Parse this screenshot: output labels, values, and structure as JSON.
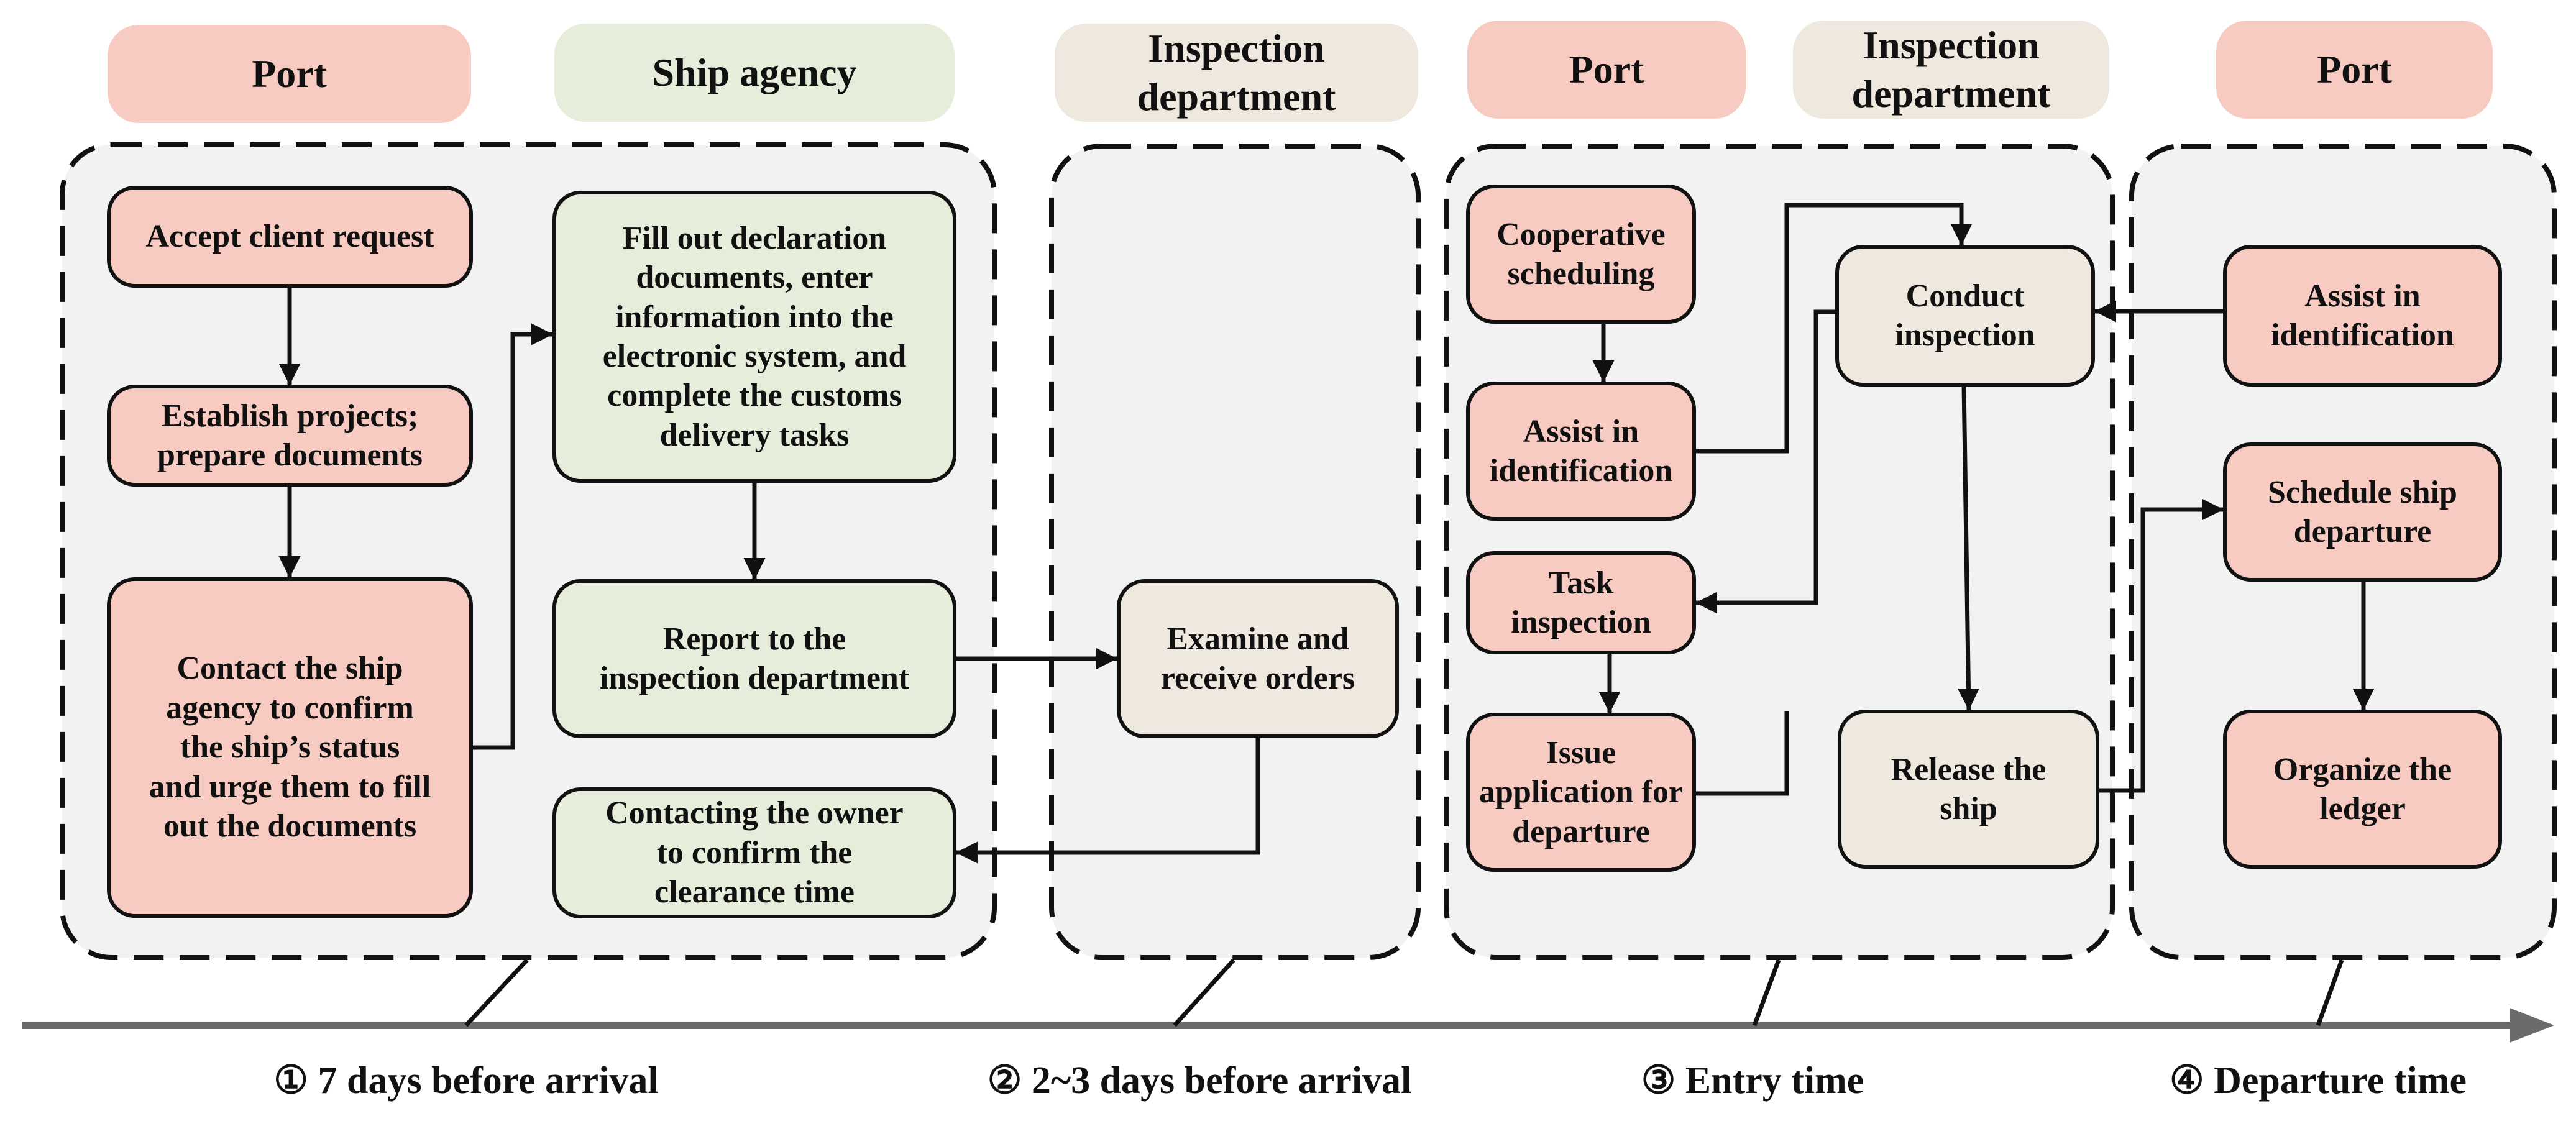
{
  "colors": {
    "port_fill": "#F7CBC1",
    "agency_fill": "#E6EDDB",
    "inspection_fill": "#EEE8DF",
    "group_fill": "#F2F2F2",
    "axis_color": "#6B6B6B",
    "stroke": "#111111"
  },
  "headers": [
    {
      "id": "h-port-1",
      "text": "Port",
      "kind": "port"
    },
    {
      "id": "h-agency",
      "text": "Ship agency",
      "kind": "agency"
    },
    {
      "id": "h-insp-1",
      "text": "Inspection\ndepartment",
      "kind": "inspection"
    },
    {
      "id": "h-port-2",
      "text": "Port",
      "kind": "port"
    },
    {
      "id": "h-insp-2",
      "text": "Inspection\ndepartment",
      "kind": "inspection"
    },
    {
      "id": "h-port-3",
      "text": "Port",
      "kind": "port"
    }
  ],
  "nodes": [
    {
      "id": "accept",
      "text": "Accept client request",
      "kind": "port"
    },
    {
      "id": "establish",
      "text": "Establish projects;\nprepare documents",
      "kind": "port"
    },
    {
      "id": "contact-agency",
      "text": "Contact the ship\nagency to confirm\nthe ship’s status\nand urge them to fill\nout the documents",
      "kind": "port"
    },
    {
      "id": "fill-out",
      "text": "Fill out declaration\ndocuments, enter\ninformation into the\nelectronic system, and\ncomplete the customs\ndelivery tasks",
      "kind": "agency"
    },
    {
      "id": "report",
      "text": "Report to the\ninspection department",
      "kind": "agency"
    },
    {
      "id": "contact-owner",
      "text": "Contacting the owner\nto confirm the\nclearance time",
      "kind": "agency"
    },
    {
      "id": "examine",
      "text": "Examine and\nreceive orders",
      "kind": "inspection"
    },
    {
      "id": "coop",
      "text": "Cooperative\nscheduling",
      "kind": "port"
    },
    {
      "id": "assist-1",
      "text": "Assist in\nidentification",
      "kind": "port"
    },
    {
      "id": "task-insp",
      "text": "Task inspection",
      "kind": "port"
    },
    {
      "id": "issue",
      "text": "Issue\napplication for\ndeparture",
      "kind": "port"
    },
    {
      "id": "conduct",
      "text": "Conduct\ninspection",
      "kind": "inspection"
    },
    {
      "id": "release",
      "text": "Release the\nship",
      "kind": "inspection"
    },
    {
      "id": "assist-2",
      "text": "Assist in\nidentification",
      "kind": "port"
    },
    {
      "id": "schedule",
      "text": "Schedule ship\ndeparture",
      "kind": "port"
    },
    {
      "id": "organize",
      "text": "Organize the\nledger",
      "kind": "port"
    }
  ],
  "phases": [
    {
      "id": "phase-1",
      "text": "① 7 days before arrival"
    },
    {
      "id": "phase-2",
      "text": "② 2~3 days before arrival"
    },
    {
      "id": "phase-3",
      "text": "③ Entry time"
    },
    {
      "id": "phase-4",
      "text": "④ Departure time"
    }
  ]
}
